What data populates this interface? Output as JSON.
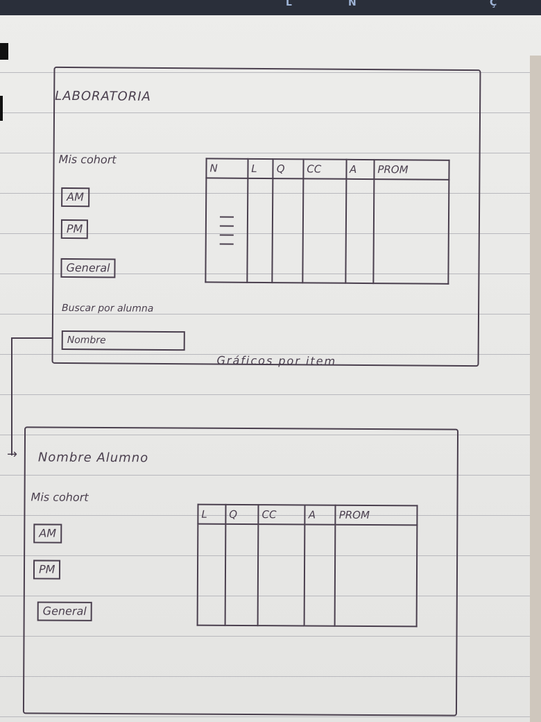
{
  "screen1": {
    "title": "LABORATORIA",
    "cohort_label": "Mis cohort",
    "buttons": [
      "AM",
      "PM",
      "General"
    ],
    "search_label": "Buscar por alumna",
    "search_placeholder": "Nombre",
    "table_headers": [
      "N",
      "L",
      "Q",
      "CC",
      "A",
      "PROM"
    ],
    "footer": "Gráficos por item"
  },
  "screen2": {
    "title": "Nombre Alumno",
    "cohort_label": "Mis cohort",
    "buttons": [
      "AM",
      "PM",
      "General"
    ],
    "table_headers": [
      "L",
      "Q",
      "CC",
      "A",
      "PROM"
    ]
  },
  "keyboard_keys": [
    "L",
    "N",
    "Ç"
  ],
  "arrow": "→"
}
